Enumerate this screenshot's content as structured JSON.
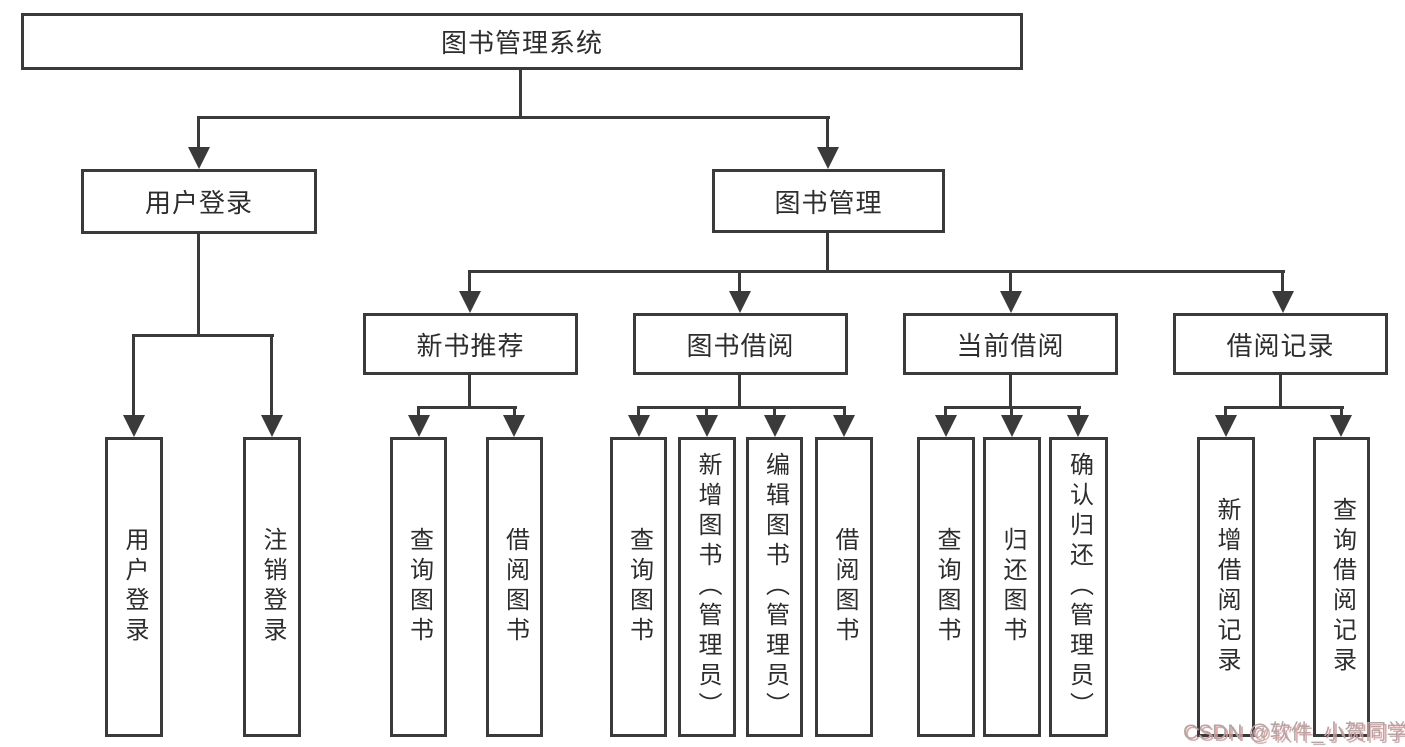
{
  "diagram": {
    "title": "图书管理系统",
    "user_login_branch": {
      "label": "用户登录",
      "children": [
        "用户登录",
        "注销登录"
      ]
    },
    "book_management_branch": {
      "label": "图书管理",
      "groups": [
        {
          "label": "新书推荐",
          "children": [
            "查询图书",
            "借阅图书"
          ]
        },
        {
          "label": "图书借阅",
          "children": [
            "查询图书",
            "新增图书（管理员）",
            "编辑图书（管理员）",
            "借阅图书"
          ]
        },
        {
          "label": "当前借阅",
          "children": [
            "查询图书",
            "归还图书",
            "确认归还（管理员）"
          ]
        },
        {
          "label": "借阅记录",
          "children": [
            "新增借阅记录",
            "查询借阅记录"
          ]
        }
      ]
    },
    "colors": {
      "line": "#3a3a3a",
      "text": "#2d2d2d",
      "watermark": "#a9a9a9"
    }
  },
  "watermark": {
    "text": "CSDN @软件_小贺同学"
  }
}
